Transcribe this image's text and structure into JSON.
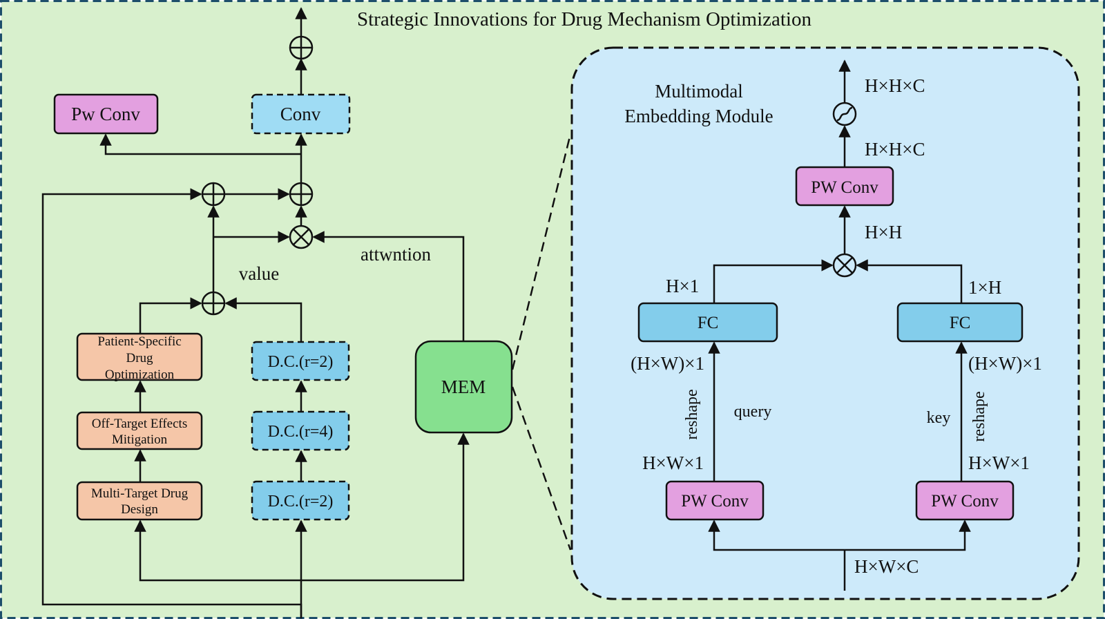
{
  "title": "Strategic Innovations for Drug Mechanism Optimization",
  "colors": {
    "background": "#d8f0cd",
    "module_bg": "#cdeafa",
    "conv": "#9fdcf4",
    "pw_conv": "#e3a0e0",
    "strategy": "#f5c6a8",
    "mem": "#86e08f",
    "fc": "#83cdeb",
    "border": "#1d4e6b"
  },
  "left": {
    "pw_conv": "Pw Conv",
    "conv": "Conv",
    "value": "value",
    "attention": "attwntion",
    "strategies": [
      "Patient-Specific Drug Optimization",
      "Off-Target Effects Mitigation",
      "Multi-Target Drug Design"
    ],
    "strategy_lines": [
      [
        "Patient-Specific",
        "Drug",
        "Optimization"
      ],
      [
        "Off-Target Effects",
        "Mitigation"
      ],
      [
        "Multi-Target Drug",
        "Design"
      ]
    ],
    "dilated_convs": [
      "D.C.(r=2)",
      "D.C.(r=4)",
      "D.C.(r=2)"
    ],
    "mem": "MEM"
  },
  "module": {
    "title_lines": [
      "Multimodal",
      "Embedding Module"
    ],
    "out_dim_top": "H×H×C",
    "out_dim_mid": "H×H×C",
    "pw_conv_top": "PW Conv",
    "hxh": "H×H",
    "h1": "H×1",
    "oneh": "1×H",
    "fc_left": "FC",
    "fc_right": "FC",
    "hw1_left_top": "(H×W)×1",
    "hw1_right_top": "(H×W)×1",
    "reshape_left": "reshape",
    "reshape_right": "reshape",
    "query": "query",
    "key": "key",
    "hw1_left_bottom": "H×W×1",
    "hw1_right_bottom": "H×W×1",
    "pw_conv_left": "PW Conv",
    "pw_conv_right": "PW Conv",
    "input_dim": "H×W×C"
  }
}
